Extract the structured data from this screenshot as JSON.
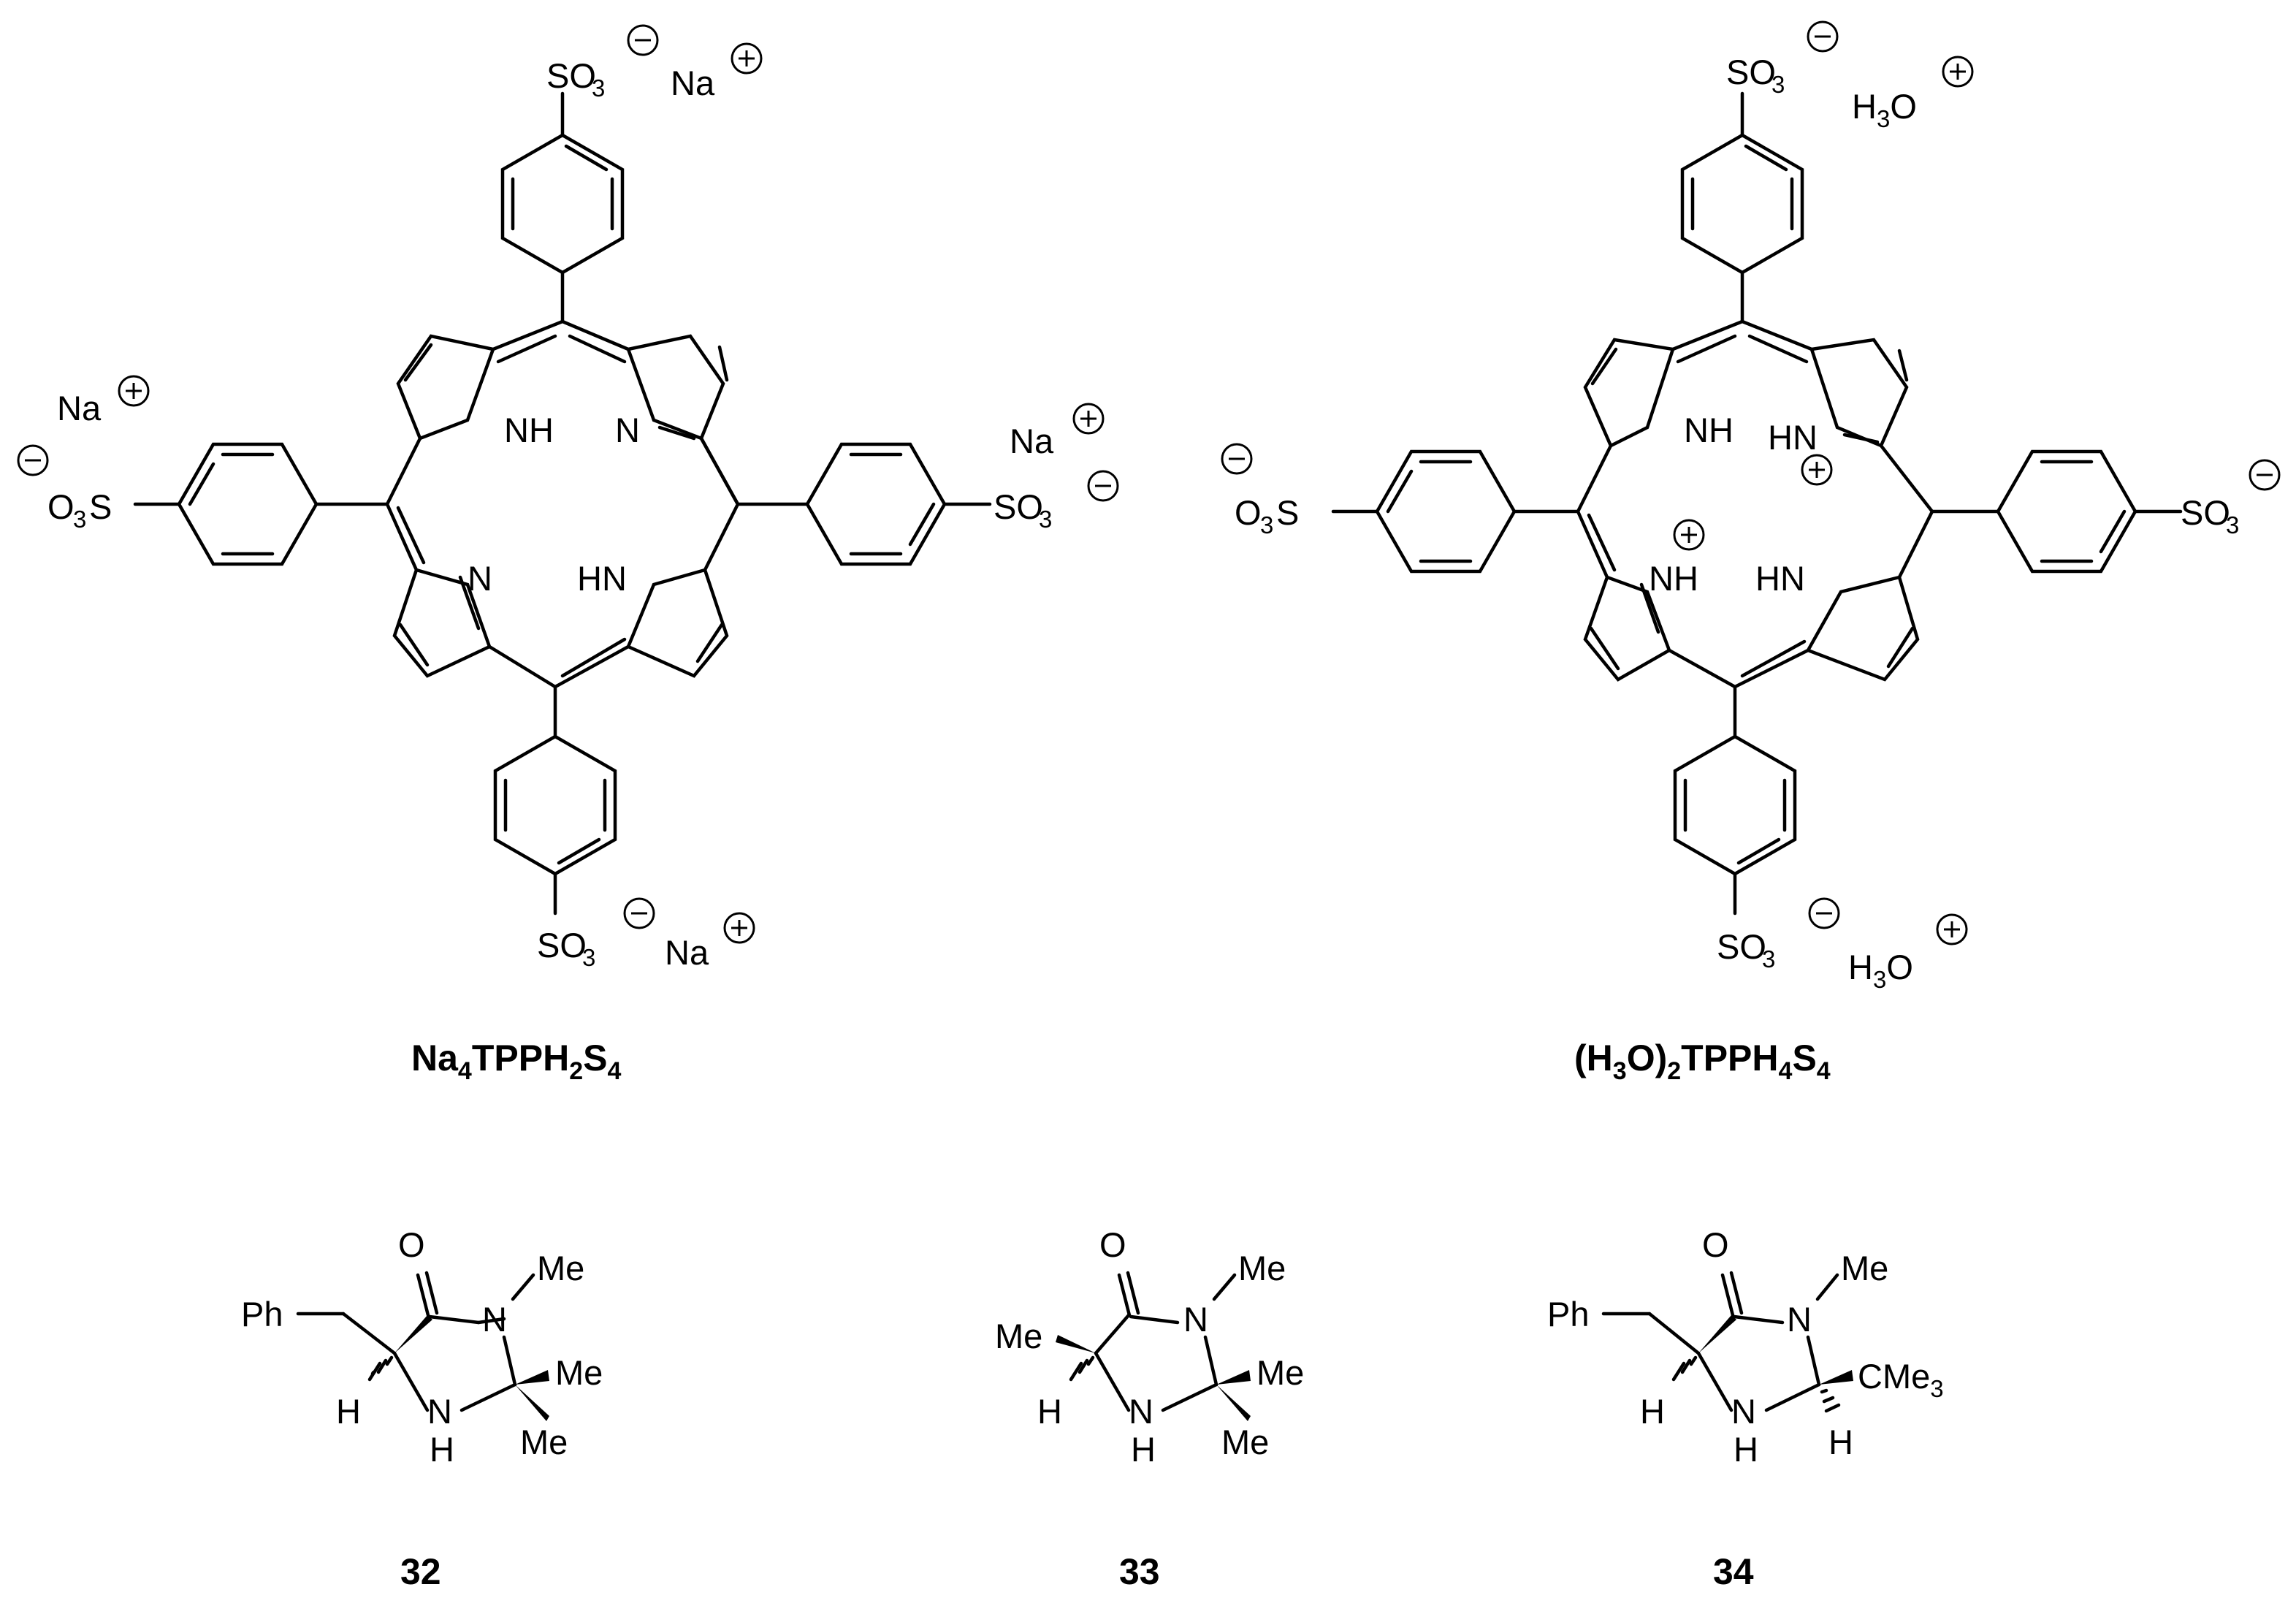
{
  "structures": {
    "na_porphyrin": {
      "label": {
        "main": "Na",
        "sub1": "4",
        "mid": "TPPH",
        "sub2": "2",
        "end": "S",
        "sub3": "4"
      },
      "nh_top": "NH",
      "n_top": "N",
      "n_bottom": "N",
      "hn_bottom": "HN",
      "so3_top": "SO",
      "so3_top_sub": "3",
      "na_top": "Na",
      "so3_left": "O",
      "so3_left_sub": "3",
      "so3_left_s": "S",
      "na_left": "Na",
      "so3_right": "SO",
      "so3_right_sub": "3",
      "na_right": "Na",
      "so3_bottom": "SO",
      "so3_bottom_sub": "3",
      "na_bottom": "Na"
    },
    "h3o_porphyrin": {
      "label": {
        "open": "(H",
        "sub1": "3",
        "mid1": "O)",
        "sub2": "2",
        "mid2": "TPPH",
        "sub3": "4",
        "end": "S",
        "sub4": "4"
      },
      "nh_top": "NH",
      "hn_top": "HN",
      "nh_bottom": "NH",
      "hn_bottom": "HN",
      "so3_top": "SO",
      "so3_top_sub": "3",
      "h3o_top_h": "H",
      "h3o_top_sub": "3",
      "h3o_top_o": "O",
      "so3_left": "O",
      "so3_left_sub": "3",
      "so3_left_s": "S",
      "so3_right": "SO",
      "so3_right_sub": "3",
      "so3_bottom": "SO",
      "so3_bottom_sub": "3",
      "h3o_bottom_h": "H",
      "h3o_bottom_sub": "3",
      "h3o_bottom_o": "O"
    },
    "compound_32": {
      "label": "32",
      "o": "O",
      "n_me": "N",
      "me_n": "Me",
      "ph": "Ph",
      "me_a": "Me",
      "me_b": "Me",
      "h": "H",
      "nh_n": "N",
      "nh_h": "H"
    },
    "compound_33": {
      "label": "33",
      "o": "O",
      "n_me": "N",
      "me_n": "Me",
      "me_left": "Me",
      "me_a": "Me",
      "me_b": "Me",
      "h": "H",
      "nh_n": "N",
      "nh_h": "H"
    },
    "compound_34": {
      "label": "34",
      "o": "O",
      "n_me": "N",
      "me_n": "Me",
      "ph": "Ph",
      "cme3": "CMe",
      "cme3_sub": "3",
      "h": "H",
      "h2": "H",
      "nh_n": "N",
      "nh_h": "H"
    }
  },
  "charge": {
    "plus": "+",
    "minus": "−"
  }
}
